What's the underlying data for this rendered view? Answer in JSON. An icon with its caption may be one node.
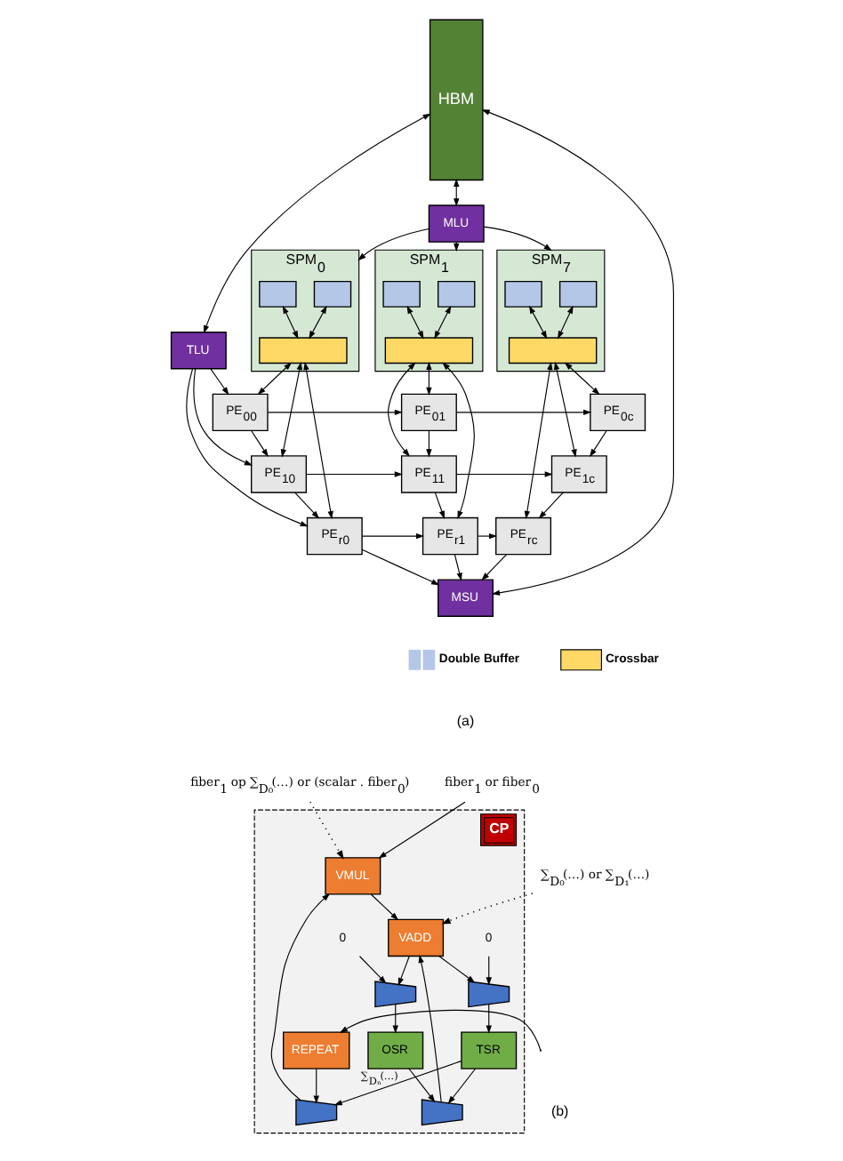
{
  "diagram": {
    "nodes": [
      {
        "text": [
          "HBM"
        ]
      },
      {
        "text": [
          "MLU"
        ]
      },
      {
        "text": [
          "TLU"
        ]
      },
      {
        "text": [
          "MSU"
        ]
      },
      {
        "text": [
          "SPM$_{0}$"
        ]
      },
      {
        "text": [],
        "shape": "box",
        "in": 4
      },
      {
        "text": [],
        "shape": "box",
        "in": 4
      },
      {
        "text": [],
        "shape": "box",
        "in": 4
      },
      {
        "text": [
          "SPM$_{1}$"
        ]
      },
      {
        "text": [],
        "shape": "box",
        "in": 8
      },
      {
        "text": [],
        "shape": "box",
        "in": 8
      },
      {
        "text": [],
        "shape": "box",
        "in": 8
      },
      {
        "text": [
          "SPM$_{7}$"
        ]
      },
      {
        "text": [],
        "shape": "box",
        "in": 12
      },
      {
        "text": [],
        "shape": "box",
        "in": 12
      },
      {
        "text": [],
        "shape": "box",
        "in": 12
      },
      {
        "text": [
          "PE$_{00}$"
        ]
      },
      {
        "text": [
          "PE$_{01}$"
        ]
      },
      {
        "text": [
          "PE$_{0c}$"
        ]
      },
      {
        "text": [
          "PE$_{10}$"
        ]
      },
      {
        "text": [
          "PE$_{11}$"
        ]
      },
      {
        "text": [
          "PE$_{1c}$"
        ]
      },
      {
        "text": [
          "PE$_{r0}$"
        ]
      },
      {
        "text": [
          "PE$_{r1}$"
        ]
      },
      {
        "text": [
          "PE$_{rc}$"
        ]
      },
      {
        "text": [
          "fiber$_{1}$ op ∑$_{D₀}$(…) or (scalar . fiber$_{0}$)"
        ]
      },
      {
        "text": [
          "fiber$_{1}$ or fiber$_{0}$"
        ]
      },
      {
        "text": [
          "∑$_{D₀}$(…) or ∑$_{D₁}$(…)"
        ]
      },
      {
        "text": [
          "CP"
        ]
      },
      {
        "text": [
          "REPEAT"
        ],
        "in": 28
      },
      {
        "text": [],
        "shape": "trapezoid",
        "in": 28
      },
      {
        "text": [
          "VMUL"
        ],
        "in": 28
      },
      {
        "text": [
          "VADD"
        ],
        "in": 28
      },
      {
        "text": [],
        "shape": "trapezoid",
        "in": 28
      },
      {
        "text": [],
        "shape": "trapezoid",
        "in": 28
      },
      {
        "text": [],
        "shape": "trapezoid",
        "in": 28
      },
      {
        "text": [
          "OSR"
        ],
        "in": 28
      },
      {
        "text": [
          "TSR"
        ],
        "in": 28
      },
      {
        "text": [
          "0"
        ],
        "in": 28
      },
      {
        "text": [
          "0"
        ],
        "in": 28
      }
    ],
    "edges": [
      {
        "from": 0,
        "to": 1,
        "arrow": "both"
      },
      {
        "from": 0,
        "to": 2,
        "arrow": "both"
      },
      {
        "from": 0,
        "to": 3,
        "arrow": "both"
      },
      {
        "from": 1,
        "to": 4,
        "arrow": "to"
      },
      {
        "from": 1,
        "to": 8,
        "arrow": "to"
      },
      {
        "from": 1,
        "to": 12,
        "arrow": "to"
      },
      {
        "from": 5,
        "to": 7,
        "arrow": "both"
      },
      {
        "from": 6,
        "to": 7,
        "arrow": "both"
      },
      {
        "from": 9,
        "to": 11,
        "arrow": "both"
      },
      {
        "from": 10,
        "to": 11,
        "arrow": "both"
      },
      {
        "from": 13,
        "to": 15,
        "arrow": "both"
      },
      {
        "from": 14,
        "to": 15,
        "arrow": "both"
      },
      {
        "from": 7,
        "to": 16,
        "arrow": "both"
      },
      {
        "from": 7,
        "to": 19,
        "arrow": "both"
      },
      {
        "from": 7,
        "to": 22,
        "arrow": "both"
      },
      {
        "from": 11,
        "to": 17,
        "arrow": "both"
      },
      {
        "from": 11,
        "to": 20,
        "arrow": "both"
      },
      {
        "from": 11,
        "to": 23,
        "arrow": "both"
      },
      {
        "from": 15,
        "to": 18,
        "arrow": "both"
      },
      {
        "from": 15,
        "to": 21,
        "arrow": "both"
      },
      {
        "from": 15,
        "to": 24,
        "arrow": "both"
      },
      {
        "from": 2,
        "to": 16,
        "arrow": "to"
      },
      {
        "from": 2,
        "to": 19,
        "arrow": "to"
      },
      {
        "from": 2,
        "to": 22,
        "arrow": "to"
      },
      {
        "from": 16,
        "to": 17,
        "arrow": "to"
      },
      {
        "from": 17,
        "to": 18,
        "arrow": "to"
      },
      {
        "from": 19,
        "to": 20,
        "arrow": "to"
      },
      {
        "from": 20,
        "to": 21,
        "arrow": "to"
      },
      {
        "from": 22,
        "to": 23,
        "arrow": "to"
      },
      {
        "from": 23,
        "to": 24,
        "arrow": "to"
      },
      {
        "from": 16,
        "to": 19,
        "arrow": "to"
      },
      {
        "from": 19,
        "to": 22,
        "arrow": "to"
      },
      {
        "from": 17,
        "to": 20,
        "arrow": "to"
      },
      {
        "from": 20,
        "to": 23,
        "arrow": "to"
      },
      {
        "from": 18,
        "to": 21,
        "arrow": "to"
      },
      {
        "from": 21,
        "to": 24,
        "arrow": "to"
      },
      {
        "from": 22,
        "to": 3,
        "arrow": "to"
      },
      {
        "from": 23,
        "to": 3,
        "arrow": "to"
      },
      {
        "from": 24,
        "to": 3,
        "arrow": "to"
      },
      {
        "from": null,
        "to": 29,
        "arrow": "to"
      },
      {
        "from": 29,
        "to": 30,
        "arrow": "to"
      },
      {
        "from": 37,
        "to": 30,
        "arrow": "to",
        "label": "∑$_{Dₙ}$(…)"
      },
      {
        "from": 37,
        "to": 33,
        "arrow": "to"
      },
      {
        "from": 30,
        "to": 31,
        "arrow": "to"
      },
      {
        "from": 26,
        "to": 31,
        "arrow": "to"
      },
      {
        "from": 25,
        "to": 31,
        "arrow": "to",
        "style": "dashed"
      },
      {
        "from": 31,
        "to": 32,
        "arrow": "to"
      },
      {
        "from": 33,
        "to": 32,
        "arrow": "to"
      },
      {
        "from": 27,
        "to": 32,
        "arrow": "to",
        "style": "dashed"
      },
      {
        "from": 36,
        "to": 33,
        "arrow": "to"
      },
      {
        "from": 32,
        "to": 34,
        "arrow": "to"
      },
      {
        "from": 32,
        "to": 35,
        "arrow": "to"
      },
      {
        "from": 34,
        "to": 36,
        "arrow": "to"
      },
      {
        "from": 35,
        "to": 37,
        "arrow": "to"
      },
      {
        "from": 38,
        "to": 34,
        "arrow": "to"
      },
      {
        "from": 39,
        "to": 35,
        "arrow": "to"
      }
    ],
    "labels": [
      "(a)",
      "(b)"
    ],
    "legend": [
      {
        "text": "Double Buffer"
      },
      {
        "text": "Crossbar"
      }
    ]
  }
}
